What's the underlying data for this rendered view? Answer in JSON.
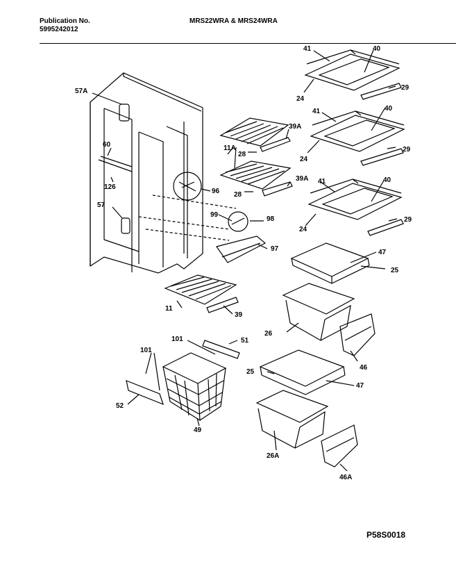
{
  "header": {
    "publication_label": "Publication No.",
    "publication_number": "5995242012",
    "models": "MRS22WRA & MRS24WRA"
  },
  "diagram_code": "P58S0018",
  "labels": [
    "57A",
    "60",
    "126",
    "57",
    "11A",
    "28",
    "39A",
    "28",
    "39A",
    "96",
    "99",
    "98",
    "97",
    "11",
    "39",
    "101",
    "51",
    "101",
    "52",
    "49",
    "41",
    "40",
    "24",
    "29",
    "41",
    "40",
    "24",
    "29",
    "41",
    "40",
    "24",
    "29",
    "47",
    "25",
    "26",
    "46",
    "25",
    "47",
    "26A",
    "46A"
  ]
}
